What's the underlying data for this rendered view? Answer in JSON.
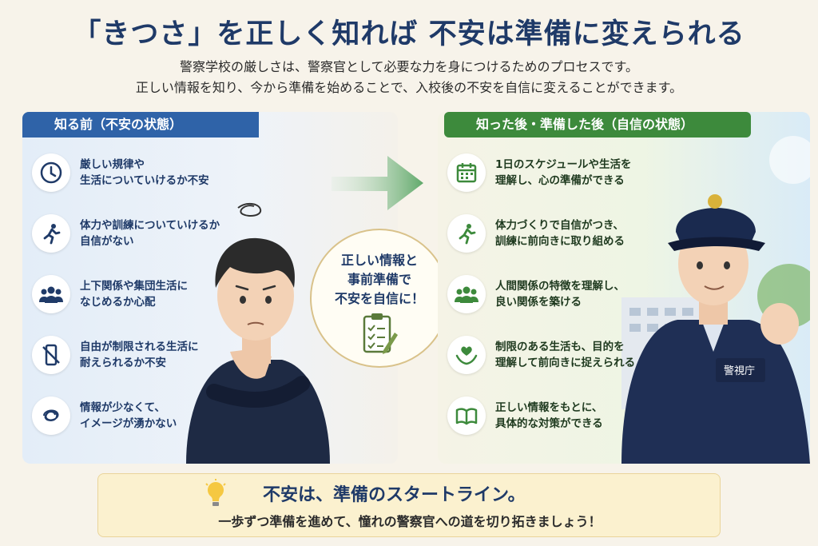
{
  "title": "「きつさ」を正しく知れば 不安は準備に変えられる",
  "subtitle_lines": [
    "警察学校の厳しさは、警察官として必要な力を身につけるためのプロセスです。",
    "正しい情報を知り、今から準備を始めることで、入校後の不安を自信に変えることができます。"
  ],
  "before": {
    "header": "知る前（不安の状態）",
    "items": [
      {
        "icon": "clock-icon",
        "lines": [
          "厳しい規律や",
          "生活についていけるか不安"
        ]
      },
      {
        "icon": "running-person-icon",
        "lines": [
          "体力や訓練についていけるか",
          "自信がない"
        ]
      },
      {
        "icon": "group-people-icon",
        "lines": [
          "上下関係や集団生活に",
          "なじめるか心配"
        ]
      },
      {
        "icon": "no-phone-icon",
        "lines": [
          "自由が制限される生活に",
          "耐えられるか不安"
        ]
      },
      {
        "icon": "tangled-lines-icon",
        "lines": [
          "情報が少なくて、",
          "イメージが湧かない"
        ]
      }
    ]
  },
  "center": {
    "lines": [
      "正しい情報と",
      "事前準備で",
      "不安を自信に！"
    ]
  },
  "after": {
    "header": "知った後・準備した後（自信の状態）",
    "items": [
      {
        "icon": "calendar-icon",
        "lines": [
          "1日のスケジュールや生活を",
          "理解し、心の準備ができる"
        ]
      },
      {
        "icon": "running-person-icon",
        "lines": [
          "体力づくりで自信がつき、",
          "訓練に前向きに取り組める"
        ]
      },
      {
        "icon": "group-people-icon",
        "lines": [
          "人間関係の特徴を理解し、",
          "良い関係を築ける"
        ]
      },
      {
        "icon": "heart-hands-icon",
        "lines": [
          "制限のある生活も、目的を",
          "理解して前向きに捉えられる"
        ]
      },
      {
        "icon": "open-book-icon",
        "lines": [
          "正しい情報をもとに、",
          "具体的な対策ができる"
        ]
      }
    ],
    "badge_text": "警視庁"
  },
  "footer": {
    "title": "不安は、準備のスタートライン。",
    "subtitle": "一歩ずつ準備を進めて、憧れの警察官への道を切り拓きましょう！"
  },
  "colors": {
    "before_accent": "#2f63a8",
    "after_accent": "#3d8a3c",
    "title": "#1f3a68"
  }
}
